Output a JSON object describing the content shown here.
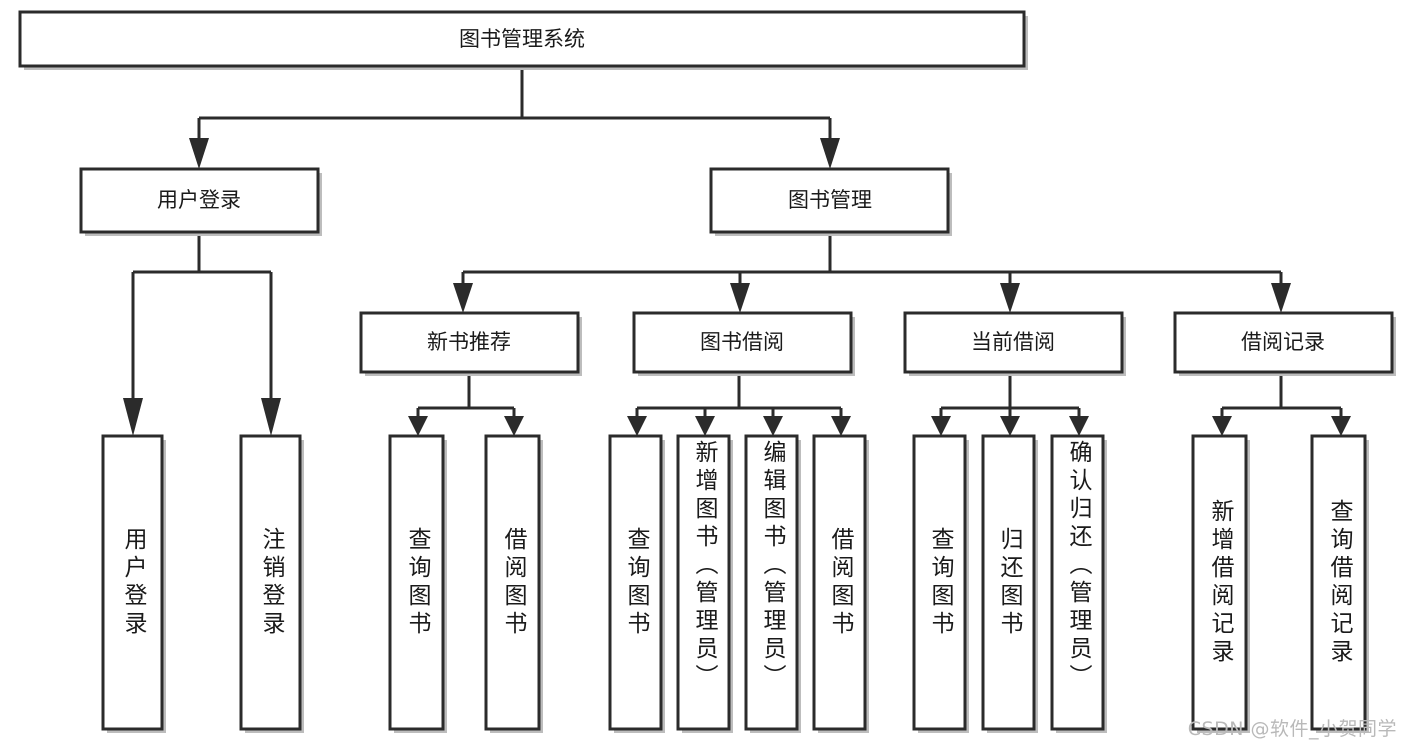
{
  "diagram": {
    "type": "tree-hierarchy",
    "title": "图书管理系统",
    "watermark": "CSDN @软件_小贺同学",
    "colors": {
      "stroke": "#2b2b2b",
      "fill": "#ffffff",
      "text": "#1a1a1a",
      "watermark": "#b9b9b9"
    },
    "levels": [
      {
        "level": 1,
        "nodes": [
          {
            "id": "root",
            "label": "图书管理系统",
            "orientation": "horizontal"
          }
        ]
      },
      {
        "level": 2,
        "nodes": [
          {
            "id": "user-login",
            "label": "用户登录",
            "orientation": "horizontal",
            "parent": "root"
          },
          {
            "id": "book-manage",
            "label": "图书管理",
            "orientation": "horizontal",
            "parent": "root"
          }
        ]
      },
      {
        "level": 3,
        "nodes": [
          {
            "id": "new-book-rec",
            "label": "新书推荐",
            "orientation": "horizontal",
            "parent": "book-manage"
          },
          {
            "id": "book-borrow",
            "label": "图书借阅",
            "orientation": "horizontal",
            "parent": "book-manage"
          },
          {
            "id": "current-borrow",
            "label": "当前借阅",
            "orientation": "horizontal",
            "parent": "book-manage"
          },
          {
            "id": "borrow-record",
            "label": "借阅记录",
            "orientation": "horizontal",
            "parent": "book-manage"
          }
        ]
      },
      {
        "level": 4,
        "nodes": [
          {
            "id": "leaf-1",
            "label": "用户登录",
            "orientation": "vertical",
            "parent": "user-login"
          },
          {
            "id": "leaf-2",
            "label": "注销登录",
            "orientation": "vertical",
            "parent": "user-login"
          },
          {
            "id": "leaf-3",
            "label": "查询图书",
            "orientation": "vertical",
            "parent": "new-book-rec"
          },
          {
            "id": "leaf-4",
            "label": "借阅图书",
            "orientation": "vertical",
            "parent": "new-book-rec"
          },
          {
            "id": "leaf-5",
            "label": "查询图书",
            "orientation": "vertical",
            "parent": "book-borrow"
          },
          {
            "id": "leaf-6",
            "label": "新增图书（管理员）",
            "orientation": "vertical",
            "parent": "book-borrow"
          },
          {
            "id": "leaf-7",
            "label": "编辑图书（管理员）",
            "orientation": "vertical",
            "parent": "book-borrow"
          },
          {
            "id": "leaf-8",
            "label": "借阅图书",
            "orientation": "vertical",
            "parent": "book-borrow"
          },
          {
            "id": "leaf-9",
            "label": "查询图书",
            "orientation": "vertical",
            "parent": "current-borrow"
          },
          {
            "id": "leaf-10",
            "label": "归还图书",
            "orientation": "vertical",
            "parent": "current-borrow"
          },
          {
            "id": "leaf-11",
            "label": "确认归还（管理员）",
            "orientation": "vertical",
            "parent": "current-borrow"
          },
          {
            "id": "leaf-12",
            "label": "新增借阅记录",
            "orientation": "vertical",
            "parent": "borrow-record"
          },
          {
            "id": "leaf-13",
            "label": "查询借阅记录",
            "orientation": "vertical",
            "parent": "borrow-record"
          }
        ]
      }
    ]
  }
}
